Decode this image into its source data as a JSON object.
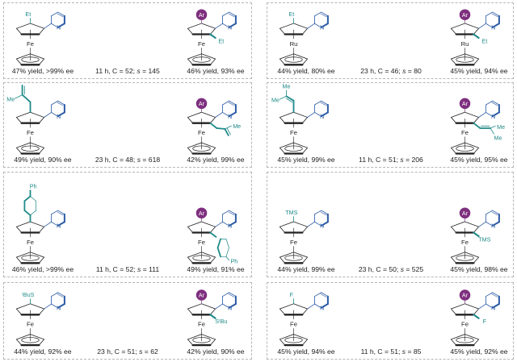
{
  "colors": {
    "substituent": "#1f8a88",
    "pyridine": "#2a5aa5",
    "aryl": "#7e2f7e",
    "skeleton": "#222222"
  },
  "labels": {
    "aryl": "Ar",
    "nitrogen": "N",
    "s_symbol": "s",
    "equals": "="
  },
  "panels": [
    {
      "metal": "Fe",
      "type": "simple",
      "substituent": "Et",
      "sm_result": "47% yield, >99% ee",
      "conditions": "11 h, C = 52;",
      "s_value": "145",
      "product_result": "46% yield, 93% ee"
    },
    {
      "metal": "Ru",
      "type": "simple",
      "substituent": "Et",
      "sm_result": "44% yield, 80% ee",
      "conditions": "23 h, C = 46;",
      "s_value": "80",
      "product_result": "45% yield, 94% ee"
    },
    {
      "metal": "Fe",
      "type": "methallyl",
      "substituent": "Me",
      "sm_result": "49% yield, 90% ee",
      "conditions": "23 h, C = 48;",
      "s_value": "618",
      "product_result": "42% yield, 99% ee"
    },
    {
      "metal": "Fe",
      "type": "dimethylvinyl",
      "substituent": "Me",
      "sm_result": "45% yield, 99% ee",
      "conditions": "11 h, C = 51;",
      "s_value": "206",
      "product_result": "45% yield, 95% ee"
    },
    {
      "metal": "Fe",
      "type": "biphenyl",
      "substituent": "Ph",
      "sm_result": "46% yield, >99% ee",
      "conditions": "11 h, C = 52;",
      "s_value": "111",
      "product_result": "49% yield, 91% ee"
    },
    {
      "metal": "Fe",
      "type": "simple",
      "substituent": "TMS",
      "sm_result": "44% yield, 99% ee",
      "conditions": "23 h, C = 50;",
      "s_value": "525",
      "product_result": "45% yield, 98% ee"
    },
    {
      "metal": "Fe",
      "type": "simple",
      "substituent": "ᵗBuS",
      "product_substituent": "SᵗBu",
      "sm_result": "44% yield, 92% ee",
      "conditions": "23 h, C = 51;",
      "s_value": "62",
      "product_result": "42% yield, 90% ee"
    },
    {
      "metal": "Fe",
      "type": "simple",
      "substituent": "F",
      "sm_result": "45% yield, 94% ee",
      "conditions": "11 h, C = 51;",
      "s_value": "85",
      "product_result": "45% yield, 92% ee"
    }
  ]
}
